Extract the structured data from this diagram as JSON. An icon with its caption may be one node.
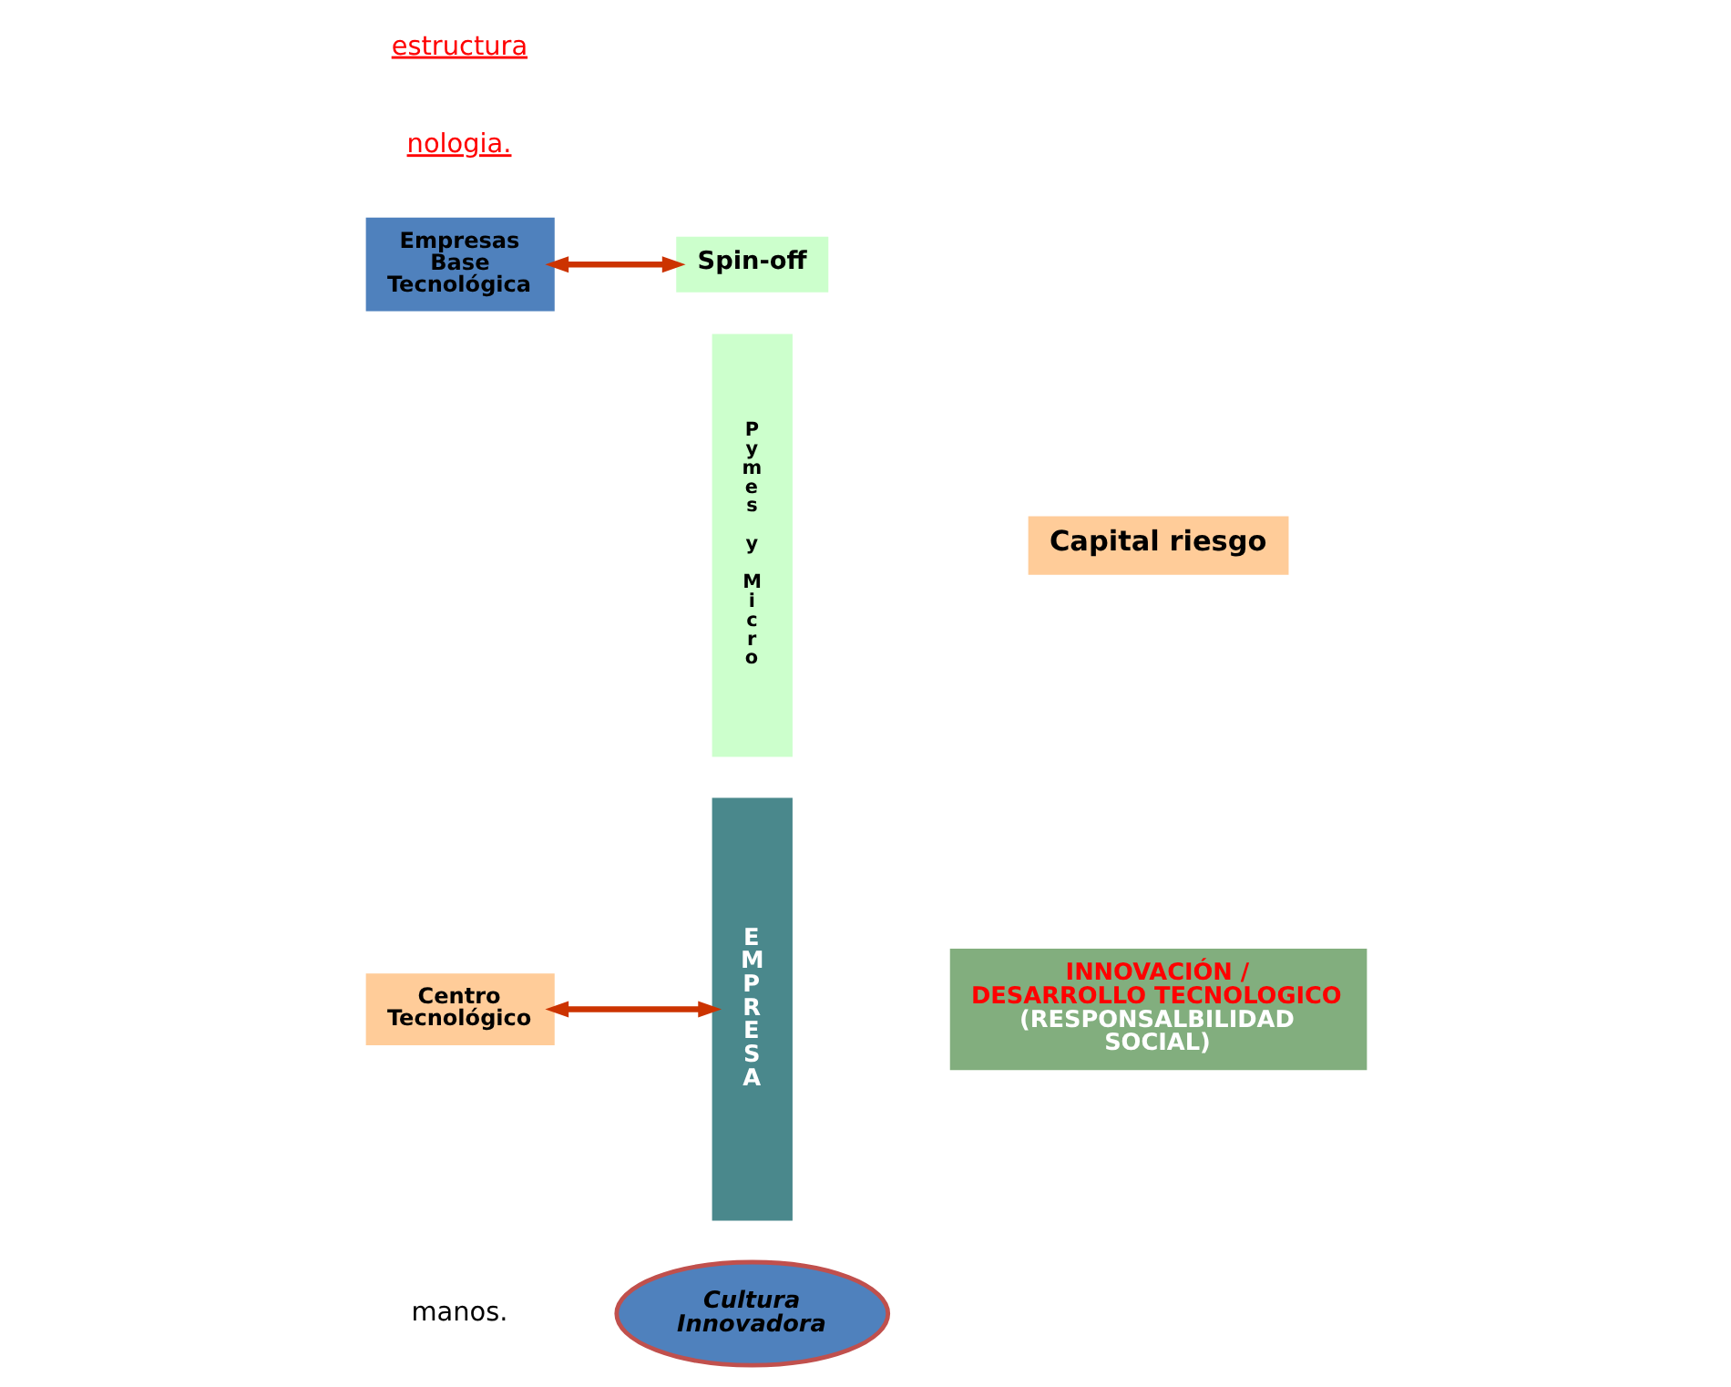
{
  "diagram": {
    "nodes": [
      {
        "text": [
          "Cultura Innovadora"
        ]
      },
      {
        "text": [
          "EMPRESA"
        ]
      },
      {
        "text": [
          "Pymes y Micro"
        ]
      },
      {
        "text": [
          "INNOVACIÓN / DESARROLLO TECNOLOGICO",
          "(RESPONSALBILIDAD SOCIAL)"
        ]
      },
      {
        "text": [
          "Centro Tecnológico"
        ]
      },
      {
        "text": [
          "Empresas Base Tecnológica"
        ]
      },
      {
        "text": [
          "Spin-off"
        ]
      },
      {
        "text": [
          "Capital riesgo"
        ]
      }
    ],
    "edges": [
      {
        "from": 4,
        "to": 1,
        "arrow": "both"
      },
      {
        "from": 5,
        "to": 6,
        "arrow": "both"
      }
    ],
    "labels": [
      "manos.",
      "nologia.",
      "estructura"
    ]
  }
}
